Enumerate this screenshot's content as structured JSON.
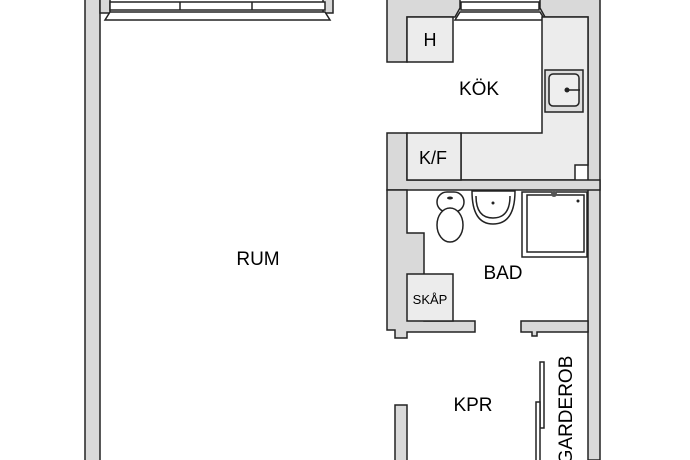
{
  "rooms": {
    "rum": "RUM",
    "kok": "KÖK",
    "hall_cabinet": "H",
    "fridge_freezer": "K/F",
    "bad": "BAD",
    "skap": "SKÅP",
    "kpr": "KPR",
    "garderob": "GARDEROB"
  },
  "colors": {
    "wall": "#d9d9d9",
    "fixture": "#ececec",
    "line": "#222222"
  }
}
